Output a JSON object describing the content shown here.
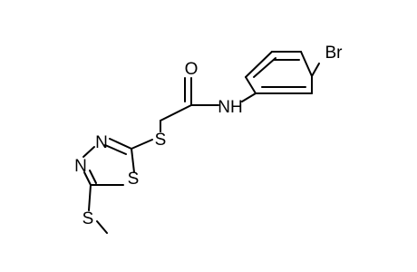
{
  "structure": {
    "atoms": {
      "O": "O",
      "NH": "NH",
      "Br": "Br",
      "S_linker": "S",
      "N3": "N",
      "N4": "N",
      "S_ring": "S",
      "S_methyl": "S"
    },
    "colors": {
      "bond": "#000000",
      "label": "#000000",
      "background": "#ffffff"
    }
  }
}
